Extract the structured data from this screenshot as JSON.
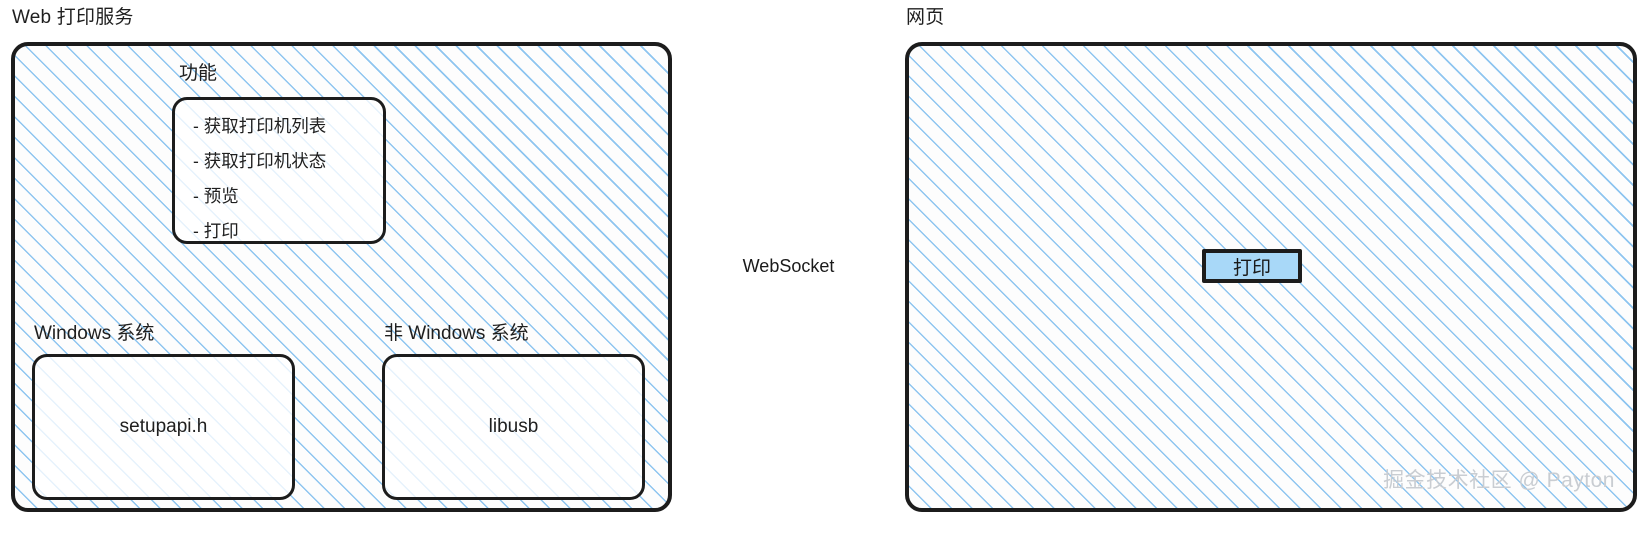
{
  "diagram": {
    "left_panel": {
      "label": "Web 打印服务",
      "functions_group": {
        "label": "功能",
        "items": [
          "- 获取打印机列表",
          "- 获取打印机状态",
          "- 预览",
          "- 打印"
        ]
      },
      "platform_groups": [
        {
          "label": "Windows 系统",
          "content": "setupapi.h"
        },
        {
          "label": "非 Windows 系统",
          "content": "libusb"
        }
      ]
    },
    "connector": {
      "label": "WebSocket",
      "direction": "bidirectional"
    },
    "right_panel": {
      "label": "网页",
      "button_label": "打印"
    },
    "watermark": "掘金技术社区 @ Payton",
    "colors": {
      "hatch_line": "#8ec5f0",
      "outline": "#1c1c1c",
      "button_fill": "#a8d8f8",
      "watermark_text": "#c9cdd2",
      "canvas": "#ffffff"
    }
  }
}
